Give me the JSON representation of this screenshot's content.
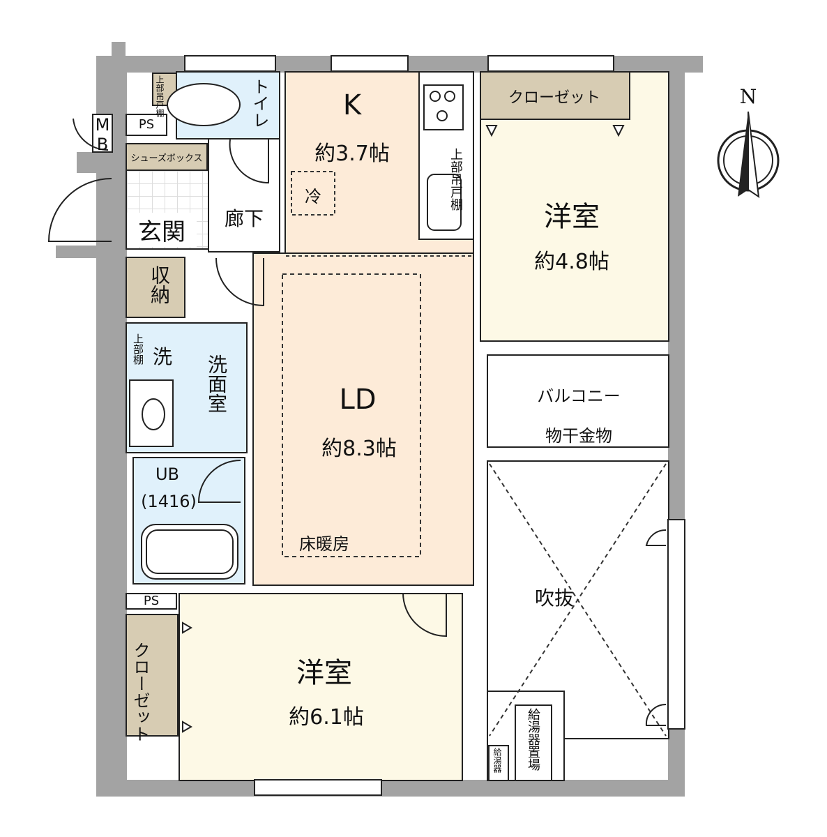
{
  "rooms": {
    "kitchen": {
      "name": "K",
      "size": "約3.7帖",
      "fridge": "冷",
      "upper_cabinet": "上部吊戸棚"
    },
    "ld": {
      "name": "LD",
      "size": "約8.3帖",
      "floor_heating": "床暖房"
    },
    "western_north": {
      "name": "洋室",
      "size": "約4.8帖",
      "closet": "クローゼット"
    },
    "western_south": {
      "name": "洋室",
      "size": "約6.1帖",
      "closet": "クローゼット"
    },
    "toilet": {
      "name": "トイレ",
      "upper_cabinet": "上部吊戸棚"
    },
    "entrance": {
      "name": "玄関",
      "shoe_box": "シューズボックス"
    },
    "hallway": {
      "name": "廊下"
    },
    "storage": {
      "name": "収納"
    },
    "washroom": {
      "name": "洗面室",
      "washer": "洗",
      "upper_shelf": "上部棚"
    },
    "bath": {
      "name": "UB",
      "size": "(1416)"
    },
    "balcony": {
      "name": "バルコニー",
      "hardware": "物干金物"
    },
    "void": {
      "name": "吹抜"
    },
    "water_heater_space": {
      "name": "給湯器置場"
    },
    "water_heater": {
      "name": "給湯器"
    }
  },
  "ps_top": "PS",
  "ps_bottom": "PS",
  "mb": "MB",
  "compass": {
    "north": "N"
  },
  "colors": {
    "wall": "#a3a3a3",
    "ldk": "#fdebd8",
    "western": "#fdf9e6",
    "wet": "#e0f1fb",
    "storage": "#d7ccb3"
  }
}
